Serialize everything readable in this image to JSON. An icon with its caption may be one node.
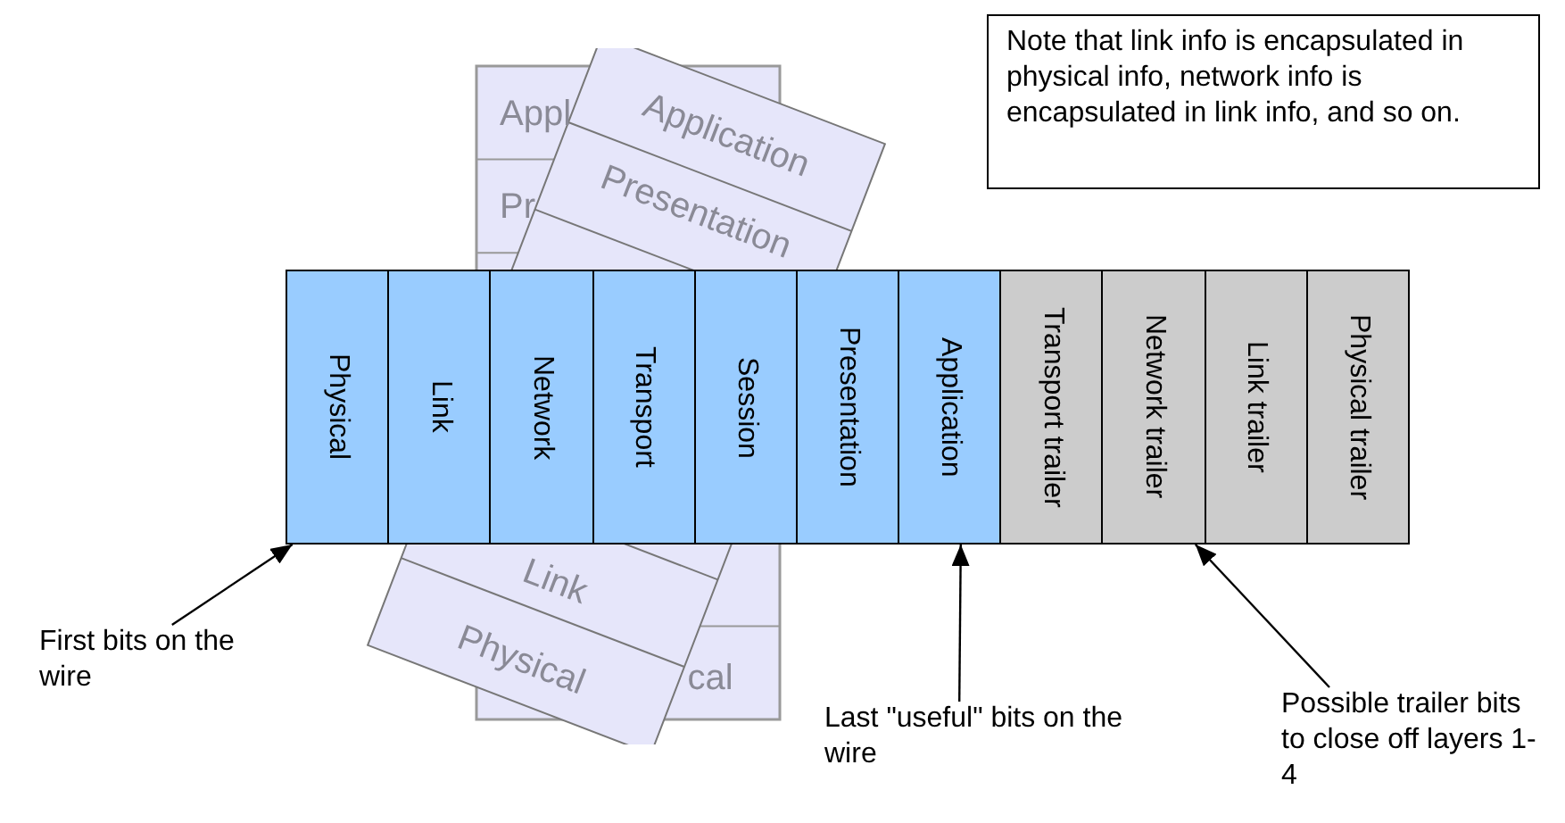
{
  "diagram": {
    "nodes": [
      {
        "text": [
          "Physical"
        ]
      },
      {
        "text": [
          "Link"
        ]
      },
      {
        "text": [
          "Network"
        ]
      },
      {
        "text": [
          "Transport"
        ]
      },
      {
        "text": [
          "Session"
        ]
      },
      {
        "text": [
          "Presentation"
        ]
      },
      {
        "text": [
          "Application"
        ]
      },
      {
        "text": [
          "Transport trailer"
        ]
      },
      {
        "text": [
          "Network trailer"
        ]
      },
      {
        "text": [
          "Link trailer"
        ]
      },
      {
        "text": [
          "Physical trailer"
        ]
      },
      {
        "text": [
          "Note that link info is encapsulated in physical info, network info is encapsulated in link info, and so on."
        ]
      },
      {
        "text": [
          "First bits on the wire"
        ]
      },
      {
        "text": [
          "Last \"useful\" bits on the wire"
        ]
      },
      {
        "text": [
          "Possible trailer bits to close off layers 1-4"
        ]
      },
      {
        "text": [
          "Appl"
        ]
      },
      {
        "text": [
          "Pr"
        ]
      },
      {
        "text": [
          "cal"
        ]
      },
      {
        "text": [
          "Application"
        ]
      },
      {
        "text": [
          "Presentation"
        ]
      },
      {
        "text": [
          "Link"
        ]
      },
      {
        "text": [
          "Physical"
        ]
      }
    ],
    "edges": [
      {
        "from": 12,
        "to": 0,
        "arrow": "to"
      },
      {
        "from": 13,
        "to": 6,
        "arrow": "to"
      },
      {
        "from": 14,
        "to": 8,
        "arrow": "to"
      }
    ]
  }
}
